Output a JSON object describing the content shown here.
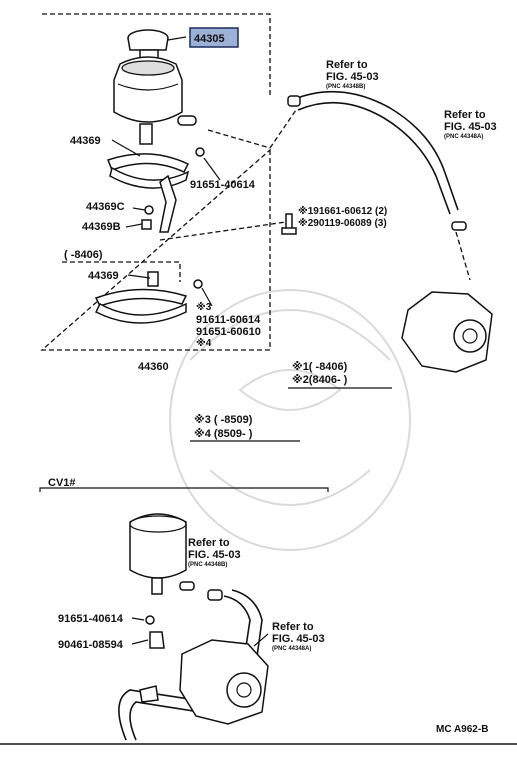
{
  "highlight_part": "44305",
  "labels": {
    "p44369_a": "44369",
    "p44369c": "44369C",
    "p44369b": "44369B",
    "p91651_a": "91651-40614",
    "range_8406": "(      -8406)",
    "p44369_b": "44369",
    "note3": "※3",
    "p91611": "91611-60614",
    "p91651_b": "91651-60610",
    "note4": "※4",
    "p44360": "44360",
    "bolt1": "※191661-60612 (2)",
    "bolt2": "※290119-06089 (3)",
    "cv1": "CV1#",
    "p91651_c": "91651-40614",
    "p90461": "90461-08594",
    "diagram_id": "MC A962-B"
  },
  "refs": {
    "ref1": {
      "title": "Refer to",
      "fig": "FIG. 45-03",
      "pnc": "(PNC 44348B)"
    },
    "ref2": {
      "title": "Refer to",
      "fig": "FIG. 45-03",
      "pnc": "(PNC 44348A)"
    },
    "ref3": {
      "title": "Refer to",
      "fig": "FIG. 45-03",
      "pnc": "(PNC 44348B)"
    },
    "ref4": {
      "title": "Refer to",
      "fig": "FIG. 45-03",
      "pnc": "(PNC 44348A)"
    }
  },
  "legend": {
    "l1": "※1(      -8406)",
    "l2": "※2(8406-        )",
    "l3": "※3 (      -8509)",
    "l4": "※4 (8509-        )"
  }
}
